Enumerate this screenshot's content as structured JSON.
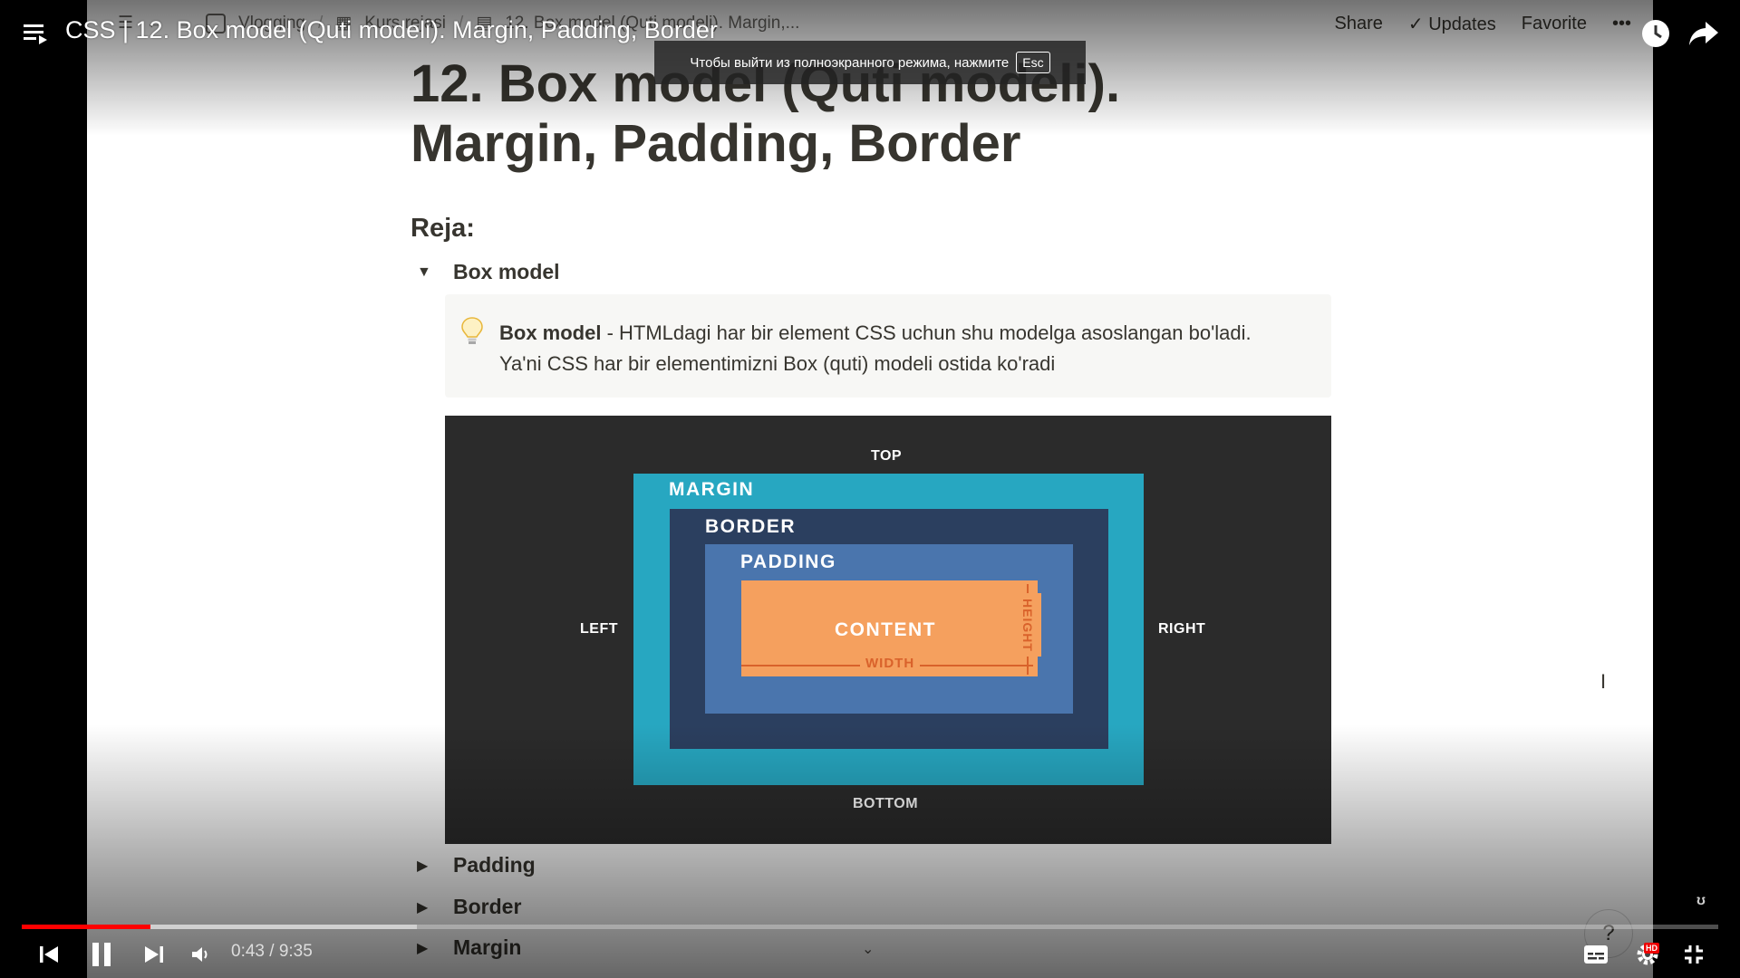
{
  "player": {
    "video_title": "CSS | 12. Box model (Quti modeli). Margin, Padding, Border",
    "fullscreen_hint": "Чтобы выйти из полноэкранного режима, нажмите",
    "esc_key": "Esc",
    "time_current": "0:43",
    "time_separator": "/",
    "time_total": "9:35",
    "progress_played_fraction": 0.076,
    "progress_buffered_fraction": 0.233,
    "hd_badge": "HD",
    "watermark": "ʊ",
    "icons": {
      "playlist": "playlist-icon",
      "watch_later": "clock-icon",
      "share": "share-arrow-icon",
      "prev": "skip-previous-icon",
      "pause": "pause-icon",
      "next": "skip-next-icon",
      "volume": "volume-icon",
      "subtitles": "subtitles-icon",
      "settings": "gear-icon",
      "exit_fullscreen": "exit-fullscreen-icon"
    },
    "colors": {
      "progress": "#ff0000"
    }
  },
  "notion": {
    "breadcrumbs": [
      "Vlogging",
      "Kurs rejasi",
      "12. Box model (Quti modeli). Margin,..."
    ],
    "breadcrumb_sep": "/",
    "topbar_share": "Share",
    "topbar_updates": "Updates",
    "topbar_favorite": "Favorite",
    "topbar_more": "•••",
    "page_title_line1": "12. Box model (Quti modeli).",
    "page_title_line2": "Margin, Padding, Border",
    "section_heading": "Reja:",
    "toggles": {
      "box_model": "Box model",
      "padding": "Padding",
      "border": "Border",
      "margin": "Margin"
    },
    "callout": {
      "bold": "Box model",
      "text_line1": " - HTMLdagi har bir element CSS uchun shu modelga asoslangan bo'ladi.",
      "text_line2": "Ya'ni CSS har bir elementimizni Box (quti) modeli ostida ko'radi"
    },
    "diagram": {
      "top": "TOP",
      "bottom": "BOTTOM",
      "left": "LEFT",
      "right": "RIGHT",
      "margin": "MARGIN",
      "border": "BORDER",
      "padding": "PADDING",
      "content": "CONTENT",
      "width": "WIDTH",
      "height": "HEIGHT",
      "colors": {
        "background": "#2b2b2b",
        "margin": "#27a7c1",
        "border": "#2b3f5f",
        "padding": "#4a75ad",
        "content": "#f5a05e",
        "dimension": "#d9622b"
      }
    },
    "help": "?",
    "cursor": "I"
  }
}
